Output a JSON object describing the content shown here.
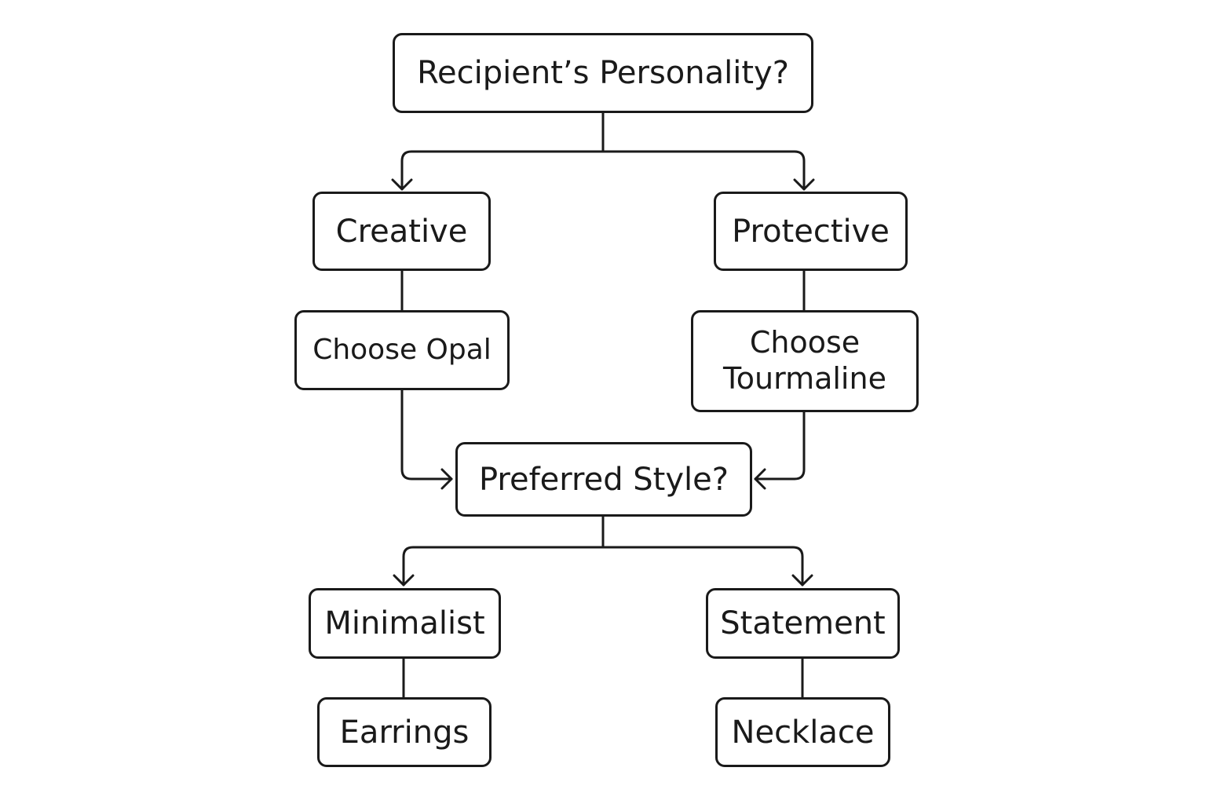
{
  "flowchart": {
    "root_question": "Recipient’s Personality?",
    "personality_options": {
      "creative": "Creative",
      "protective": "Protective"
    },
    "stone_choices": {
      "creative": "Choose Opal",
      "protective": "Choose Tourmaline"
    },
    "style_question": "Preferred Style?",
    "style_options": {
      "minimalist": "Minimalist",
      "statement": "Statement"
    },
    "jewelry": {
      "minimalist": "Earrings",
      "statement": "Necklace"
    },
    "line_color": "#1a1a1a",
    "background_color": "#ffffff"
  }
}
